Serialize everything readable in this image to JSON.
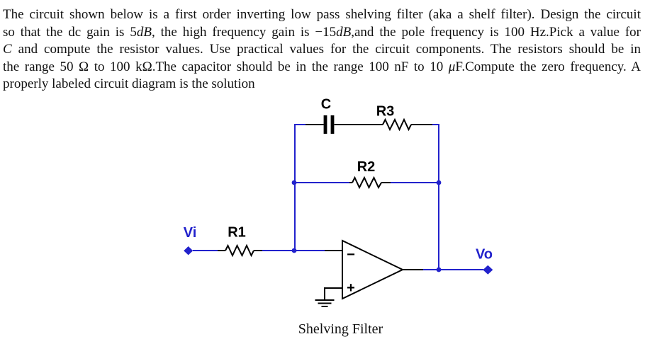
{
  "colors": {
    "wire_blue": "#2222cc",
    "ink_black": "#000000"
  },
  "paragraph": {
    "lines": [
      {
        "segments": [
          {
            "text": "The circuit shown below is a first order inverting low pass shelving filter (aka a shelf filter).  Design the circuit"
          }
        ]
      },
      {
        "segments": [
          {
            "text": "so that the dc gain is 5"
          },
          {
            "text": "dB",
            "italic": true
          },
          {
            "text": ", the high frequency gain is −15"
          },
          {
            "text": "dB",
            "italic": true
          },
          {
            "text": ",and the pole frequency is 100 Hz.Pick a value for"
          }
        ]
      },
      {
        "segments": [
          {
            "text": "C",
            "italic": true
          },
          {
            "text": " and compute the resistor values.  Use practical values for the circuit components.  The resistors should be in"
          }
        ]
      },
      {
        "segments": [
          {
            "text": "the range 50 Ω to 100 kΩ.The capacitor should be in the range 100 nF to 10 "
          },
          {
            "text": "μ",
            "italic": true
          },
          {
            "text": "F.Compute the zero frequency.  A"
          }
        ]
      },
      {
        "segments": [
          {
            "text": "properly labeled circuit diagram is the solution"
          }
        ]
      }
    ]
  },
  "circuit": {
    "labels": {
      "capacitor": "C",
      "r3": "R3",
      "r2": "R2",
      "r1": "R1",
      "input_port": "Vi",
      "output_port": "Vo",
      "minus_sign": "−",
      "plus_sign": "+"
    },
    "caption": "Shelving Filter"
  }
}
